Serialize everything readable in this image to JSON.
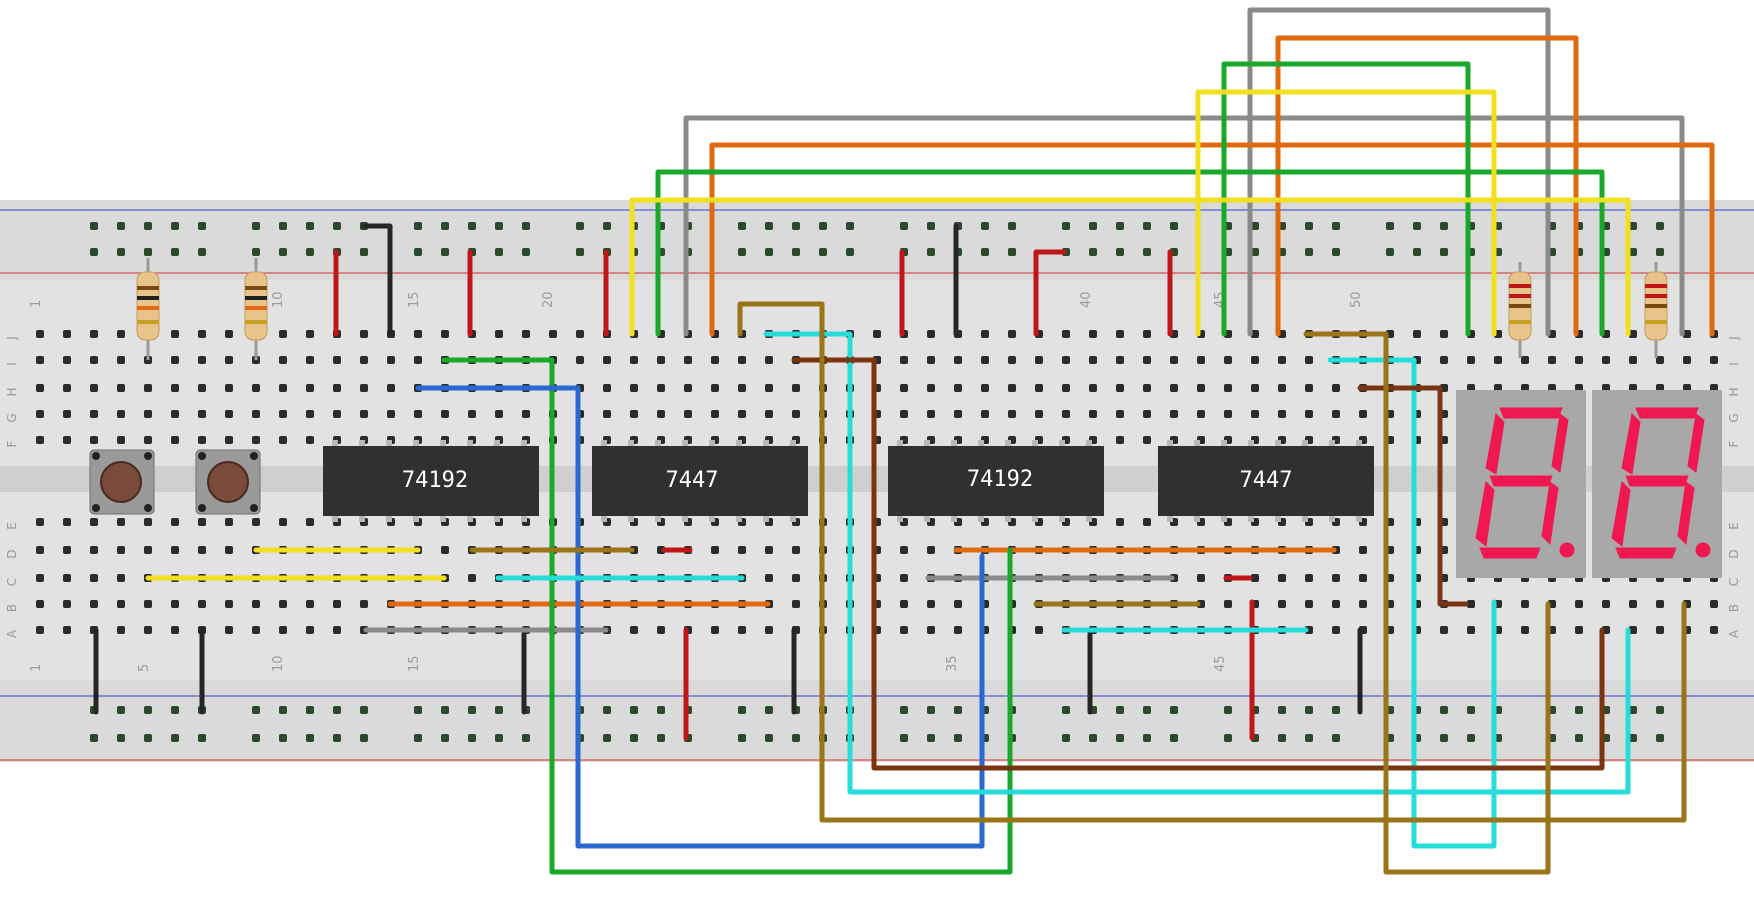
{
  "breadboard": {
    "column_numbers": [
      "1",
      "5",
      "10",
      "15",
      "20",
      "35",
      "40",
      "45",
      "50"
    ],
    "row_letters_top": [
      "J",
      "I",
      "H",
      "G",
      "F"
    ],
    "row_letters_bottom": [
      "E",
      "D",
      "C",
      "B",
      "A"
    ]
  },
  "chips": [
    {
      "id": "u1",
      "label": "74192"
    },
    {
      "id": "u2",
      "label": "7447"
    },
    {
      "id": "u3",
      "label": "74192"
    },
    {
      "id": "u4",
      "label": "7447"
    }
  ],
  "components": {
    "pushbuttons": 2,
    "resistors": 4,
    "seven_segment_displays": 2
  },
  "colors": {
    "wire_red": "#c0161a",
    "wire_black": "#262626",
    "wire_green": "#1aa82a",
    "wire_yellow": "#f0e020",
    "wire_orange": "#e06a12",
    "wire_gray": "#8a8a8a",
    "wire_blue": "#2a6ad0",
    "wire_cyan": "#26dcd8",
    "wire_brown": "#7a3410",
    "wire_olive": "#9a7418",
    "segment_on": "#f01850",
    "chip_body": "#303030"
  }
}
